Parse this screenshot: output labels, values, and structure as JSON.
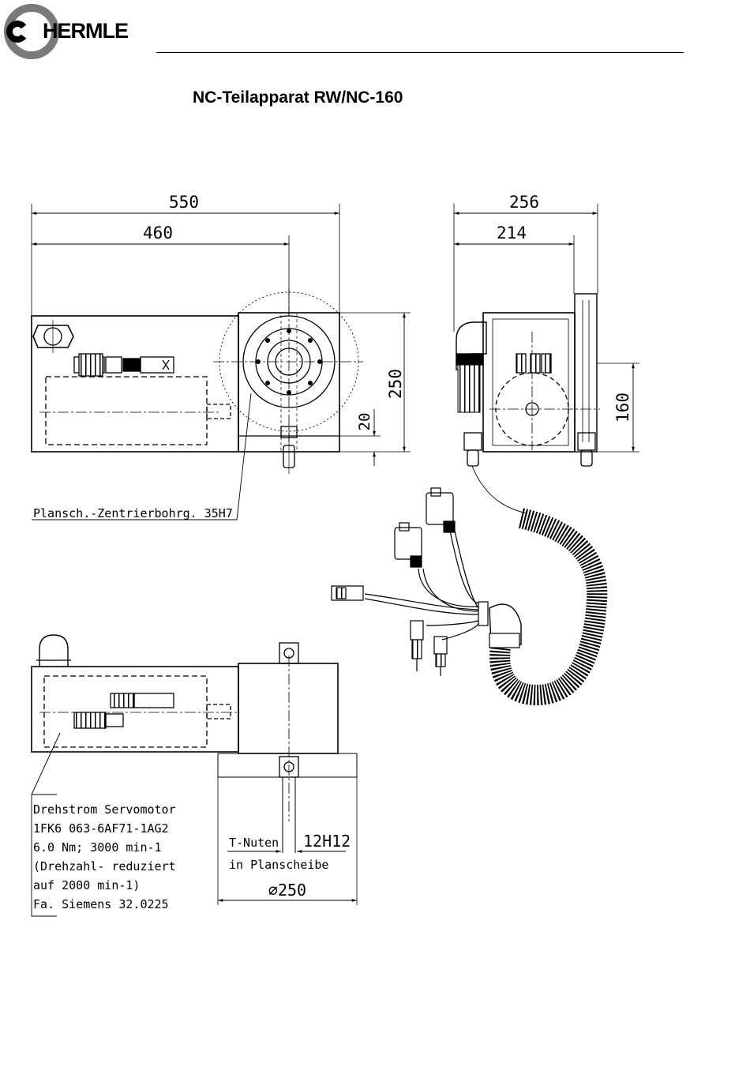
{
  "brand": "HERMLE",
  "title": "NC-Teilapparat RW/NC-160",
  "dims": {
    "front_total": "550",
    "front_axis": "460",
    "front_height": "250",
    "front_base": "20",
    "side_total": "256",
    "side_axis": "214",
    "side_height": "160"
  },
  "labels": {
    "flange_bore": "Plansch.-Zentrierbohrg. 35H7",
    "motor_lines": [
      "Drehstrom Servomotor",
      "1FK6 063-6AF71-1AG2",
      "6.0 Nm; 3000 min-1",
      "(Drehzahl- reduziert",
      "auf 2000 min-1)",
      "Fa. Siemens    32.0225"
    ],
    "t_slots": "T-Nuten",
    "t_slot_tol": "12H12",
    "in_faceplate": "in Planscheibe",
    "faceplate_dia": "⌀250"
  }
}
